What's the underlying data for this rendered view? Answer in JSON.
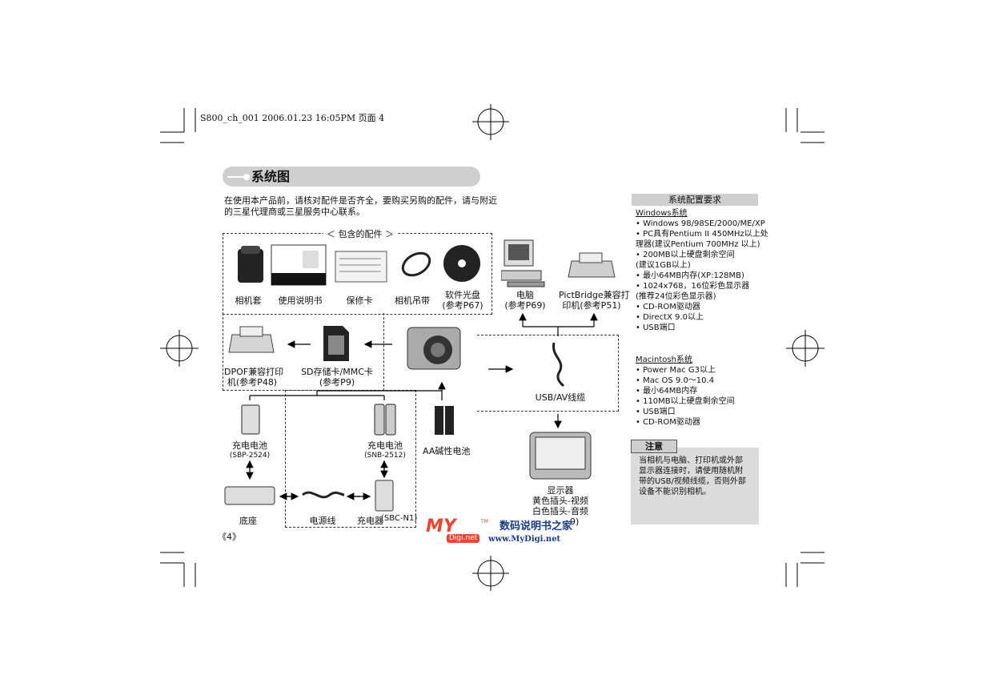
{
  "header": {
    "print_info": "S800_ch_001   2006.01.23   16:05PM  页面 4"
  },
  "title": "系统图",
  "intro": [
    "在使用本产品前，请核对配件是否齐全，要购买另购的配件，请与附近",
    "的三星代理商或三星服务中心联系。"
  ],
  "included_label": "＜ 包含的配件 ＞",
  "items": {
    "case": "相机套",
    "manual": "使用说明书",
    "warranty": "保修卡",
    "strap": "相机吊带",
    "cd": [
      "软件光盘",
      "(参考P67)"
    ],
    "computer": [
      "电脑",
      "(参考P69)"
    ],
    "pictbridge": [
      "PictBridge兼容打",
      "印机(参考P51)"
    ],
    "dpof": [
      "DPOF兼容打印",
      "机(参考P48)"
    ],
    "sdcard": [
      "SD存储卡/MMC卡",
      "(参考P9)"
    ],
    "usb": "USB/AV线缆",
    "bat1": [
      "充电电池",
      "(SBP-2524)"
    ],
    "bat2": [
      "充电电池",
      "(SNB-2512)"
    ],
    "aa": "AA碱性电池",
    "monitor": [
      "显示器",
      "黄色插头-视频",
      "白色插头-音频"
    ],
    "cradle": "底座",
    "cable": "电源线",
    "charger": "充电器",
    "charger_model": "(SBC-N1)",
    "page_ref": "9)"
  },
  "side": {
    "title": "系统配置要求",
    "windows_head": "Windows系统",
    "windows": [
      "• Windows  98/98SE/2000/ME/XP",
      "• PC具有Pentium II 450MHz以上处",
      "  理器(建议Pentium 700MHz 以上)",
      "• 200MB以上硬盘剩余空间",
      "  (建议1GB以上)",
      "• 最小64MB内存(XP:128MB)",
      "• 1024x768，16位彩色显示器",
      "  (推荐24位彩色显示器)",
      "• CD-ROM驱动器",
      "• DirectX 9.0以上",
      "• USB端口"
    ],
    "mac_head": "Macintosh系统",
    "mac": [
      "• Power  Mac  G3以上",
      "• Mac  OS  9.0～10.4",
      "• 最小64MB内存",
      "• 110MB以上硬盘剩余空间",
      "• USB端口",
      "• CD-ROM驱动器"
    ],
    "note_title": "注意",
    "note": [
      "当相机与电脑、打印机或外部",
      "显示器连接时，请使用随机附",
      "带的USB/视频线缆，否则外部",
      "设备不能识别相机。"
    ]
  },
  "page_number": "《4》",
  "watermark": {
    "brand": "数码说明书之家",
    "url": "www.MyDigi.net",
    "logo": "MY",
    "logo_sub": "Digi.net",
    "tm": "TM"
  }
}
